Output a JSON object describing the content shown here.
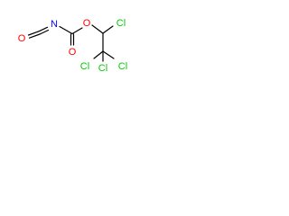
{
  "colors": {
    "background": "#ffffff",
    "bond": "#000000",
    "nitrogen": "#0000ff",
    "oxygen": "#ff0000",
    "chlorine": "#00cc00"
  },
  "atoms": {
    "o_isocyanate": {
      "element": "O",
      "label": "O"
    },
    "n_isocyanate": {
      "element": "N",
      "label": "N"
    },
    "o_carbonyl": {
      "element": "O",
      "label": "O"
    },
    "o_ester": {
      "element": "O",
      "label": "O"
    },
    "cl_alpha": {
      "element": "Cl",
      "label": "Cl"
    },
    "cl_left": {
      "element": "Cl",
      "label": "Cl"
    },
    "cl_middle": {
      "element": "Cl",
      "label": "Cl"
    },
    "cl_right": {
      "element": "Cl",
      "label": "Cl"
    }
  }
}
